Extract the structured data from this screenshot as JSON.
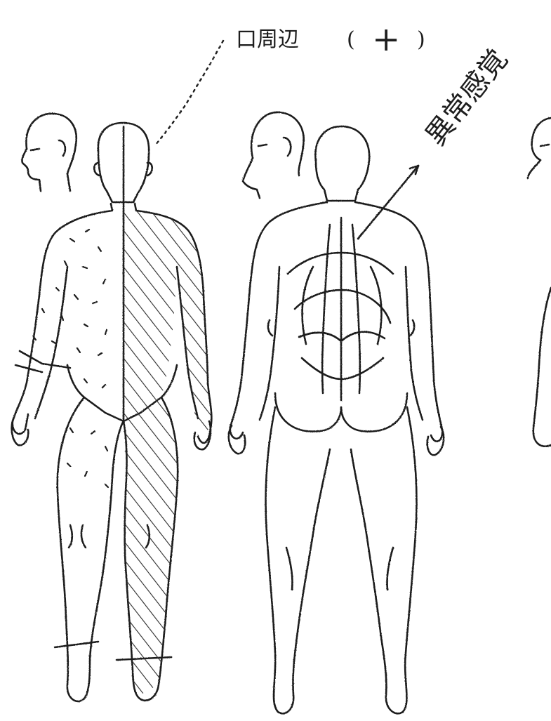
{
  "annotations": {
    "perioral_label": "口周辺",
    "perioral_mark_open": "(",
    "perioral_mark_sign": "+",
    "perioral_mark_close": ")",
    "back_label": "異常感覚"
  },
  "colors": {
    "ink": "#1e1e1e",
    "paper": "#ffffff",
    "shade": "#2a2a2a"
  },
  "figures": [
    "front-view-body",
    "back-view-body",
    "side-view-body-partial"
  ]
}
